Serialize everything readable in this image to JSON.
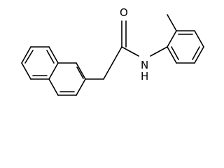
{
  "molecule": {
    "atoms": {
      "oxygen": "O",
      "amide_nitrogen": "N",
      "amide_hydrogen": "H"
    },
    "colors": {
      "bond": "#000000",
      "background": "#ffffff"
    }
  }
}
